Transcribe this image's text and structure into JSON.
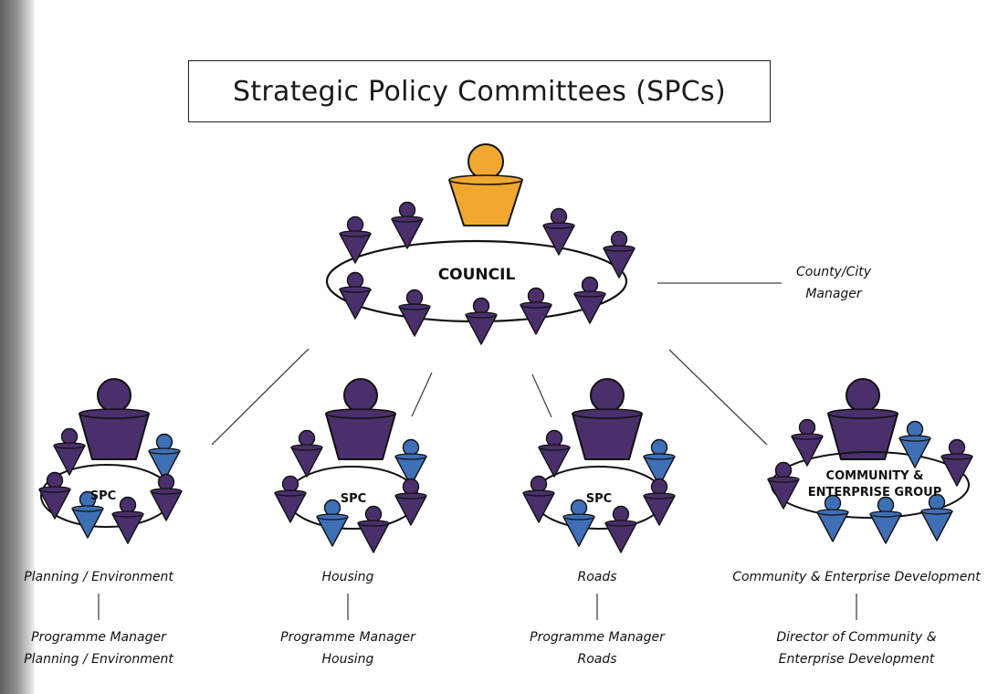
{
  "title": "Strategic Policy Committees (SPCs)",
  "council": {
    "label": "COUNCIL",
    "manager": [
      "County/City",
      "Manager"
    ]
  },
  "committees": [
    {
      "label": "SPC",
      "area": "Planning / Environment",
      "officer": [
        "Programme Manager",
        "Planning / Environment"
      ]
    },
    {
      "label": "SPC",
      "area": "Housing",
      "officer": [
        "Programme Manager",
        "Housing"
      ]
    },
    {
      "label": "SPC",
      "area": "Roads",
      "officer": [
        "Programme Manager",
        "Roads"
      ]
    },
    {
      "label": [
        "COMMUNITY &",
        "ENTERPRISE GROUP"
      ],
      "area": "Community & Enterprise Development",
      "officer": [
        "Director of Community &",
        "Enterprise Development"
      ]
    }
  ],
  "colors": {
    "leader_council": "#f0a830",
    "member_purple": "#4a2f6b",
    "member_blue": "#3f6fb5",
    "outline": "#111111"
  }
}
